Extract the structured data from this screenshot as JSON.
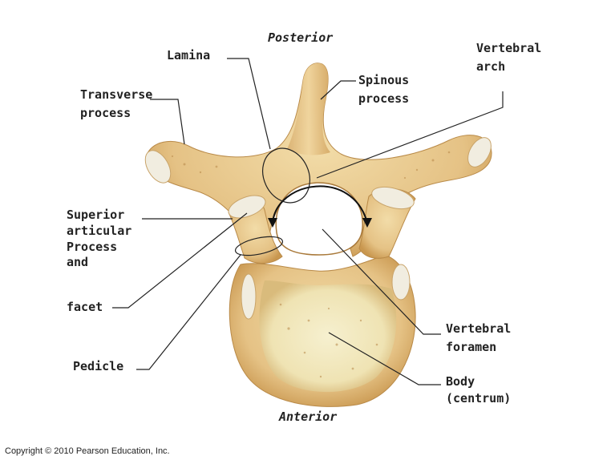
{
  "orientation": {
    "top": "Posterior",
    "bottom": "Anterior"
  },
  "labels": {
    "lamina": "Lamina",
    "transverse_process_1": "Transverse",
    "transverse_process_2": "process",
    "spinous_process_1": "Spinous",
    "spinous_process_2": "process",
    "vertebral_arch_1": "Vertebral",
    "vertebral_arch_2": "arch",
    "superior_articular_1": "Superior",
    "superior_articular_2": "articular",
    "superior_articular_3": "Process",
    "superior_articular_4": "and",
    "facet": "facet",
    "pedicle": "Pedicle",
    "vertebral_foramen_1": "Vertebral",
    "vertebral_foramen_2": "foramen",
    "body_1": "Body",
    "body_2": "(centrum)"
  },
  "copyright": "Copyright © 2010 Pearson Education, Inc.",
  "colors": {
    "bone": "#e8c98f",
    "bone_dark": "#c99a5a",
    "body_center": "#f4eecb",
    "cartilage": "#f1ede0",
    "leader": "#222222"
  }
}
